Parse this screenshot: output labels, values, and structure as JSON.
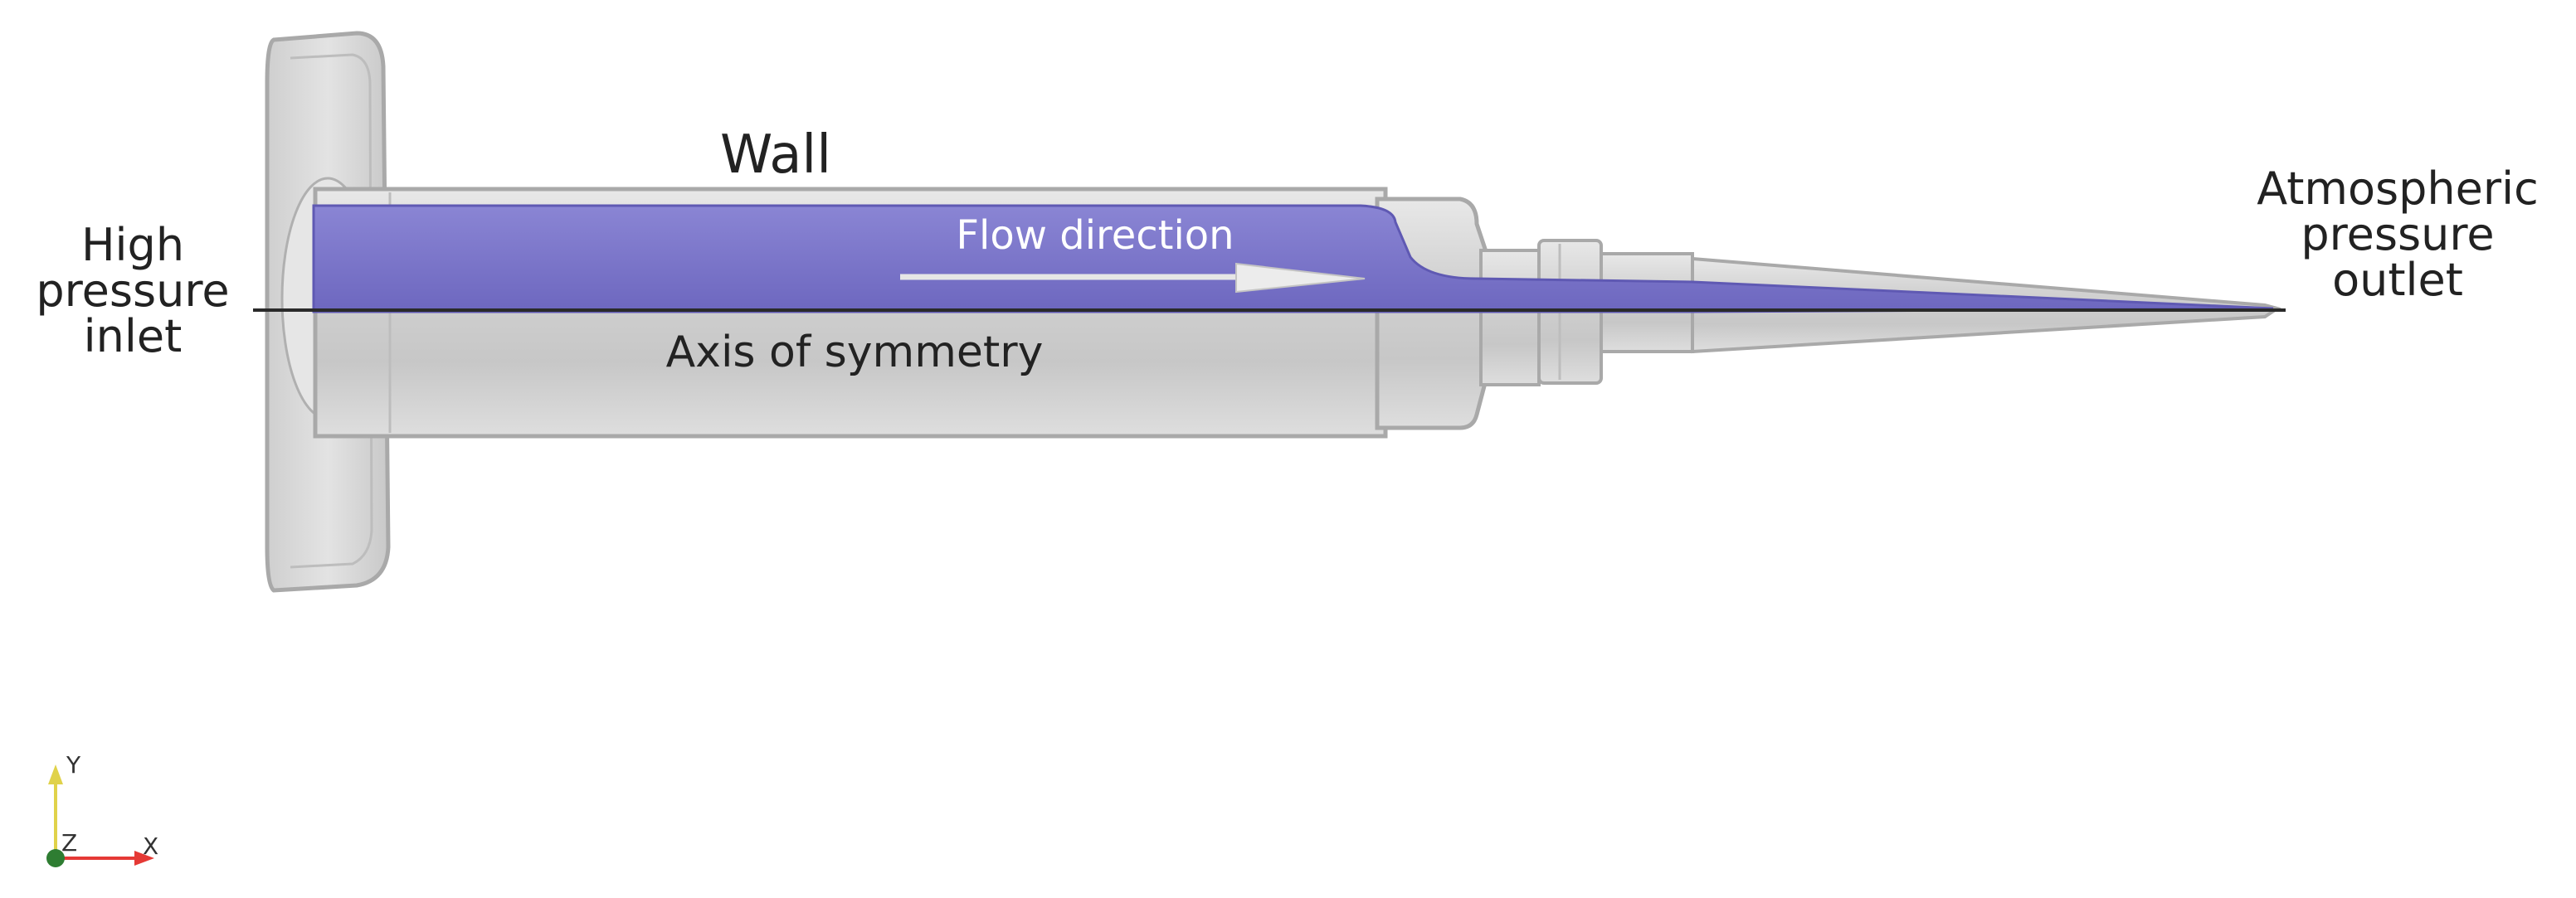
{
  "labels": {
    "wall": "Wall",
    "flow_direction": "Flow direction",
    "axis": "Axis of symmetry",
    "inlet": [
      "High",
      "pressure",
      "inlet"
    ],
    "outlet": [
      "Atmospheric",
      "pressure",
      "outlet"
    ]
  },
  "triad": {
    "y": "Y",
    "z": "Z",
    "x": "X"
  },
  "colors": {
    "fluid": "#7a74c9",
    "solid": "#d9d9d9",
    "solid_edge": "#a9a9a9",
    "axis_line": "#2a2a2a",
    "flow_text": "#ffffff",
    "y_axis": "#e0d24a",
    "x_axis": "#e53935",
    "z_dot": "#2e7d32"
  }
}
